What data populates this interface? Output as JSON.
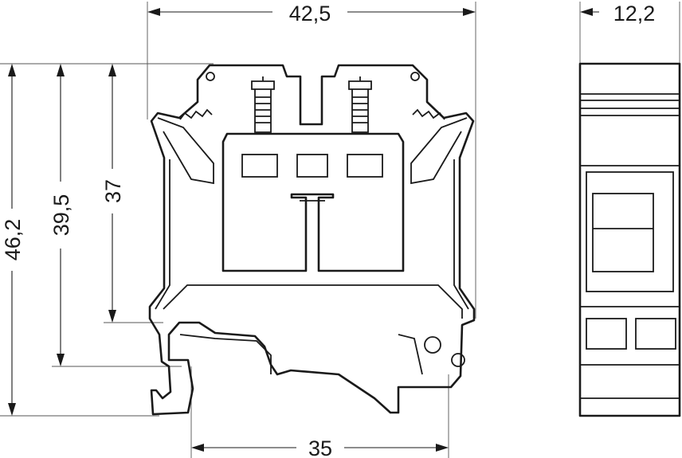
{
  "dimensions": {
    "width_total": "42,5",
    "width_side": "12,2",
    "height_total": "46,2",
    "height_mid": "39,5",
    "height_inner": "37",
    "rail_width": "35"
  }
}
